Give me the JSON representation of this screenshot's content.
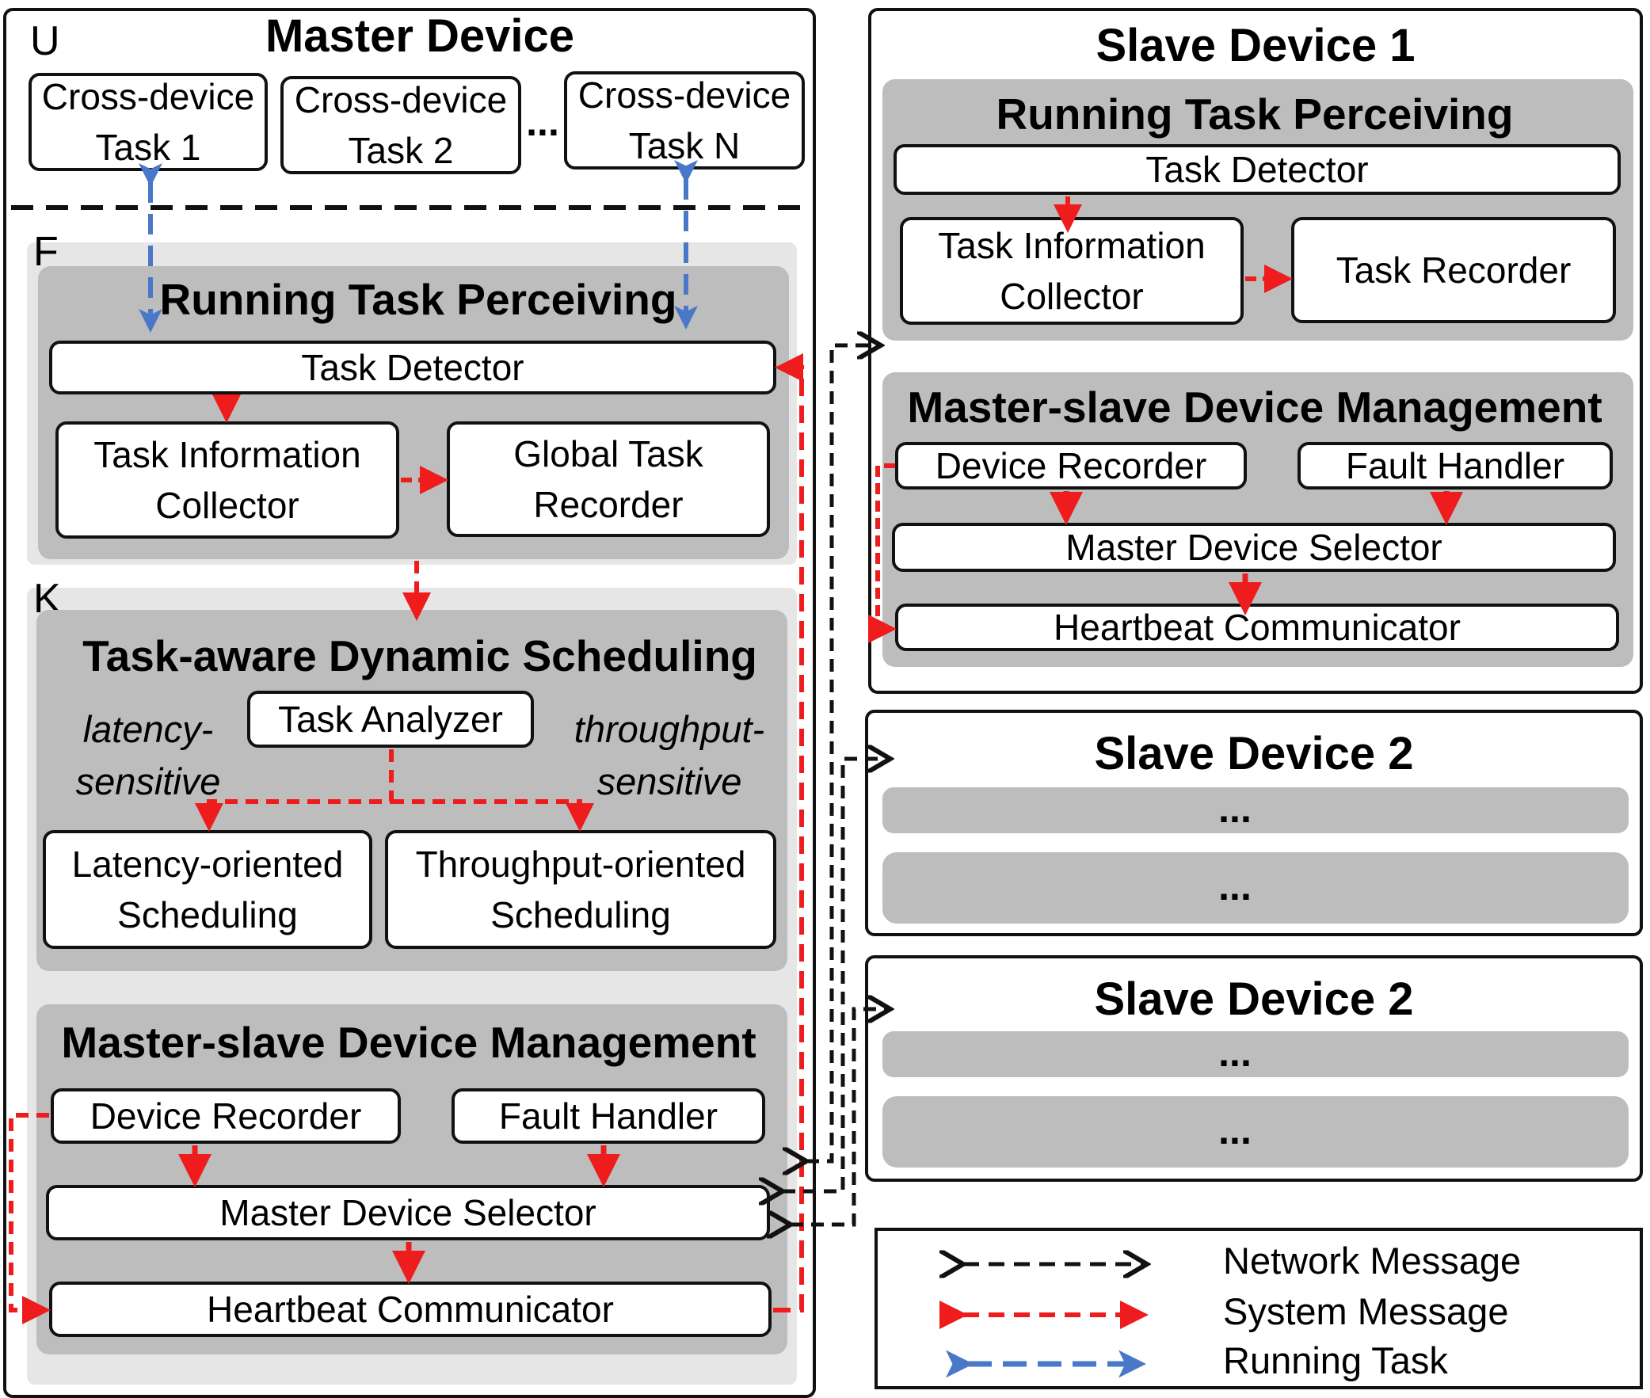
{
  "master": {
    "title": "Master Device",
    "label_u": "U",
    "label_f": "F",
    "label_k": "K",
    "tasks": [
      "Cross-device\nTask 1",
      "Cross-device\nTask 2",
      "Cross-device\nTask N"
    ],
    "ellipsis": "...",
    "perceiving": {
      "title": "Running Task Perceiving",
      "detector": "Task Detector",
      "collector": "Task Information\nCollector",
      "recorder": "Global Task\nRecorder"
    },
    "scheduling": {
      "title": "Task-aware Dynamic Scheduling",
      "analyzer": "Task Analyzer",
      "latency_label": "latency-\nsensitive",
      "throughput_label": "throughput-\nsensitive",
      "latency_box": "Latency-oriented\nScheduling",
      "throughput_box": "Throughput-oriented\nScheduling"
    },
    "management": {
      "title": "Master-slave Device Management",
      "device_recorder": "Device Recorder",
      "fault_handler": "Fault Handler",
      "selector": "Master Device Selector",
      "heartbeat": "Heartbeat Communicator"
    }
  },
  "slave1": {
    "title": "Slave Device 1",
    "perceiving": {
      "title": "Running Task Perceiving",
      "detector": "Task Detector",
      "collector": "Task Information\nCollector",
      "recorder": "Task Recorder"
    },
    "management": {
      "title": "Master-slave Device Management",
      "device_recorder": "Device Recorder",
      "fault_handler": "Fault Handler",
      "selector": "Master Device Selector",
      "heartbeat": "Heartbeat Communicator"
    }
  },
  "slave2a": {
    "title": "Slave Device 2",
    "row1": "...",
    "row2": "..."
  },
  "slave2b": {
    "title": "Slave Device 2",
    "row1": "...",
    "row2": "..."
  },
  "legend": {
    "network": "Network Message",
    "system": "System Message",
    "running": "Running Task"
  },
  "colors": {
    "network": "#111111",
    "system": "#ee1c1c",
    "running": "#4a78c8",
    "panel_grey": "#bdbdbd",
    "panel_light": "#e6e6e6"
  }
}
